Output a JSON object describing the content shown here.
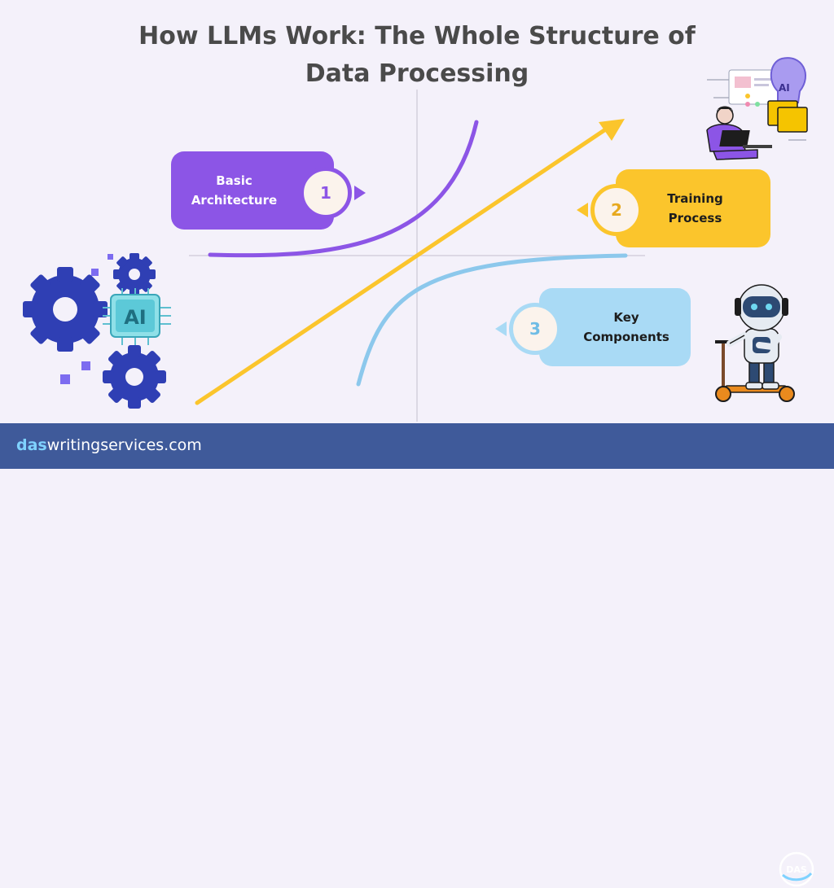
{
  "title": {
    "line1": "How LLMs Work: The Whole Structure of",
    "line2": "Data Processing"
  },
  "cards": [
    {
      "number": "1",
      "line1": "Basic",
      "line2": "Architecture",
      "color": "#8c55e6"
    },
    {
      "number": "2",
      "line1": "Training",
      "line2": "Process",
      "color": "#fbc52c"
    },
    {
      "number": "3",
      "line1": "Key",
      "line2": "Components",
      "color": "#a9daf5"
    }
  ],
  "illustrations": {
    "gears_chip_label": "AI",
    "laptop_screen_label": "AI",
    "gears_icon": "gears-ai-chip-icon",
    "worker_icon": "ai-worker-laptop-icon",
    "robot_icon": "robot-scooter-icon"
  },
  "footer": {
    "brand_prefix": "das",
    "brand_suffix": "writingservices.com",
    "logo_label": "DAS"
  },
  "colors": {
    "background": "#f4f1fa",
    "title": "#4a4a4a",
    "footer": "#3f5a9a",
    "purple_curve": "#8c55e6",
    "yellow_arrow": "#fbc52c",
    "blue_curve": "#8cc8ec"
  }
}
